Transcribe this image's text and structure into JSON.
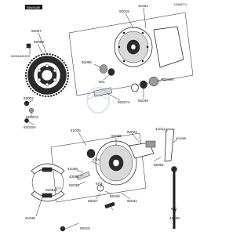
{
  "header": {
    "logo_text": "kawasaki",
    "diagram_code": "H284E74"
  },
  "labels": {
    "l92015_top": "92015",
    "l41031": "41031",
    "l92057": "92057",
    "l92058": "92058",
    "l92081": "92081A/B/C/D",
    "l92066": "92066",
    "l601_top": "601",
    "l92049a": "92049A",
    "l92049": "92049",
    "l92027a": "92027A",
    "l92002": "92002",
    "l92037a": "92037A",
    "l92015a": "92015A",
    "l41025": "41025",
    "l41012": "41012",
    "l92065": "92065",
    "l92022": "92022",
    "l92068b": "92068B",
    "l41048": "41048",
    "l43050": "43050",
    "l92036": "92036",
    "l670a": "670A",
    "l92081_mid": "92081",
    "l92031": "92031",
    "l670": "670",
    "l92046": "92046",
    "l92027": "92027",
    "l92081a": "92081A",
    "l92015_bot": "92015",
    "l41049": "41049",
    "l41008": "41008",
    "l601_mid": "601"
  }
}
